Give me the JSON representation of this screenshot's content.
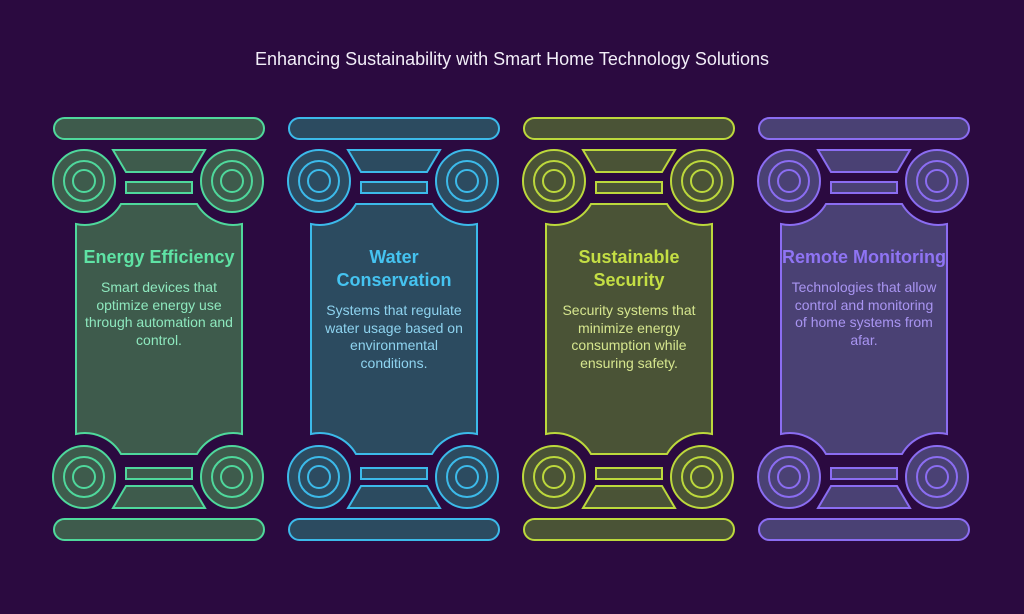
{
  "title": "Enhancing Sustainability with Smart Home Technology Solutions",
  "pillars": [
    {
      "heading": "Energy Efficiency",
      "description": "Smart devices that optimize energy use through automation and control.",
      "stroke": "#4fd89c",
      "fill": "#3e5b4c",
      "heading_color": "#5fe3a5",
      "text_color": "#8ee8be"
    },
    {
      "heading": "Water Conservation",
      "description": "Systems that regulate water usage based on environmental conditions.",
      "stroke": "#3cbaea",
      "fill": "#2c4b60",
      "heading_color": "#45c3f0",
      "text_color": "#8ed3ef"
    },
    {
      "heading": "Sustainable Security",
      "description": "Security systems that minimize energy consumption while ensuring safety.",
      "stroke": "#bcd83c",
      "fill": "#4a5336",
      "heading_color": "#c4de44",
      "text_color": "#d6e68e"
    },
    {
      "heading": "Remote Monitoring",
      "description": "Technologies that allow control and monitoring of home systems from afar.",
      "stroke": "#8b6df2",
      "fill": "#4a4174",
      "heading_color": "#8f74f4",
      "text_color": "#a995f2"
    }
  ]
}
